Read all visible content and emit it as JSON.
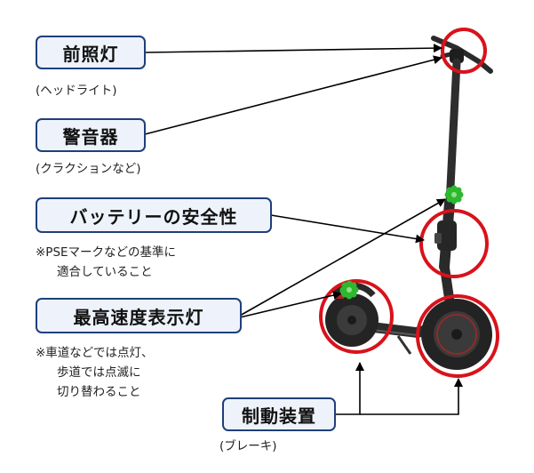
{
  "labels": {
    "headlight": "前照灯",
    "headlight_sub": "(ヘッドライト)",
    "horn": "警音器",
    "horn_sub": "(クラクションなど)",
    "battery": "バッテリーの安全性",
    "battery_note_1": "※PSEマークなどの基準に",
    "battery_note_2": "適合していること",
    "speedlight": "最高速度表示灯",
    "speed_note_1": "※車道などでは点灯、",
    "speed_note_2": "歩道では点滅に",
    "speed_note_3": "切り替わること",
    "brake": "制動装置",
    "brake_sub": "(ブレーキ)"
  },
  "colors": {
    "label_bg": "#eef3fb",
    "label_border": "#1f3f7a",
    "highlight_circle": "#d8121b",
    "indicator_light": "#2db82d",
    "scooter_body": "#2b2b2b",
    "arrow": "#000000"
  },
  "icons": {
    "indicator": "green-indicator-light-icon",
    "circle": "red-highlight-circle"
  }
}
